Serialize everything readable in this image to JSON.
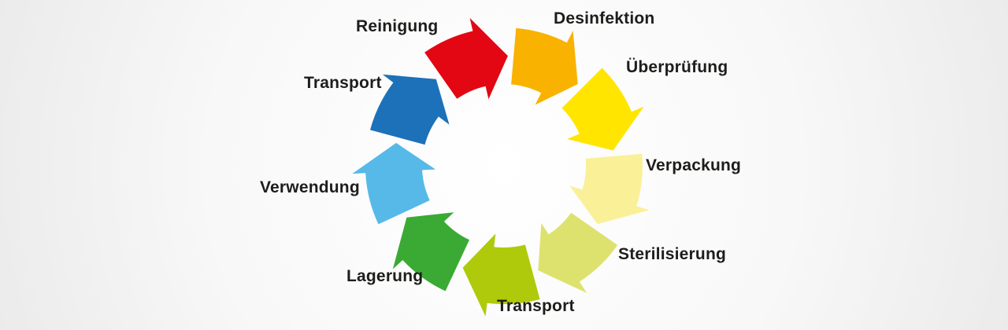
{
  "background_color": "#f5f5f5",
  "text_color": "#1d1d1b",
  "diagram": {
    "type": "cycle",
    "direction": "clockwise",
    "segments": [
      {
        "label": "Reinigung",
        "color": "#e30613"
      },
      {
        "label": "Desinfektion",
        "color": "#f9b200"
      },
      {
        "label": "Überprüfung",
        "color": "#ffe500"
      },
      {
        "label": "Verpackung",
        "color": "#faf098"
      },
      {
        "label": "Sterilisierung",
        "color": "#dde26e"
      },
      {
        "label": "Transport",
        "color": "#afca0b"
      },
      {
        "label": "Lagerung",
        "color": "#3aaa35"
      },
      {
        "label": "Verwendung",
        "color": "#56b9e8"
      },
      {
        "label": "Transport",
        "color": "#1d71b8"
      }
    ]
  }
}
